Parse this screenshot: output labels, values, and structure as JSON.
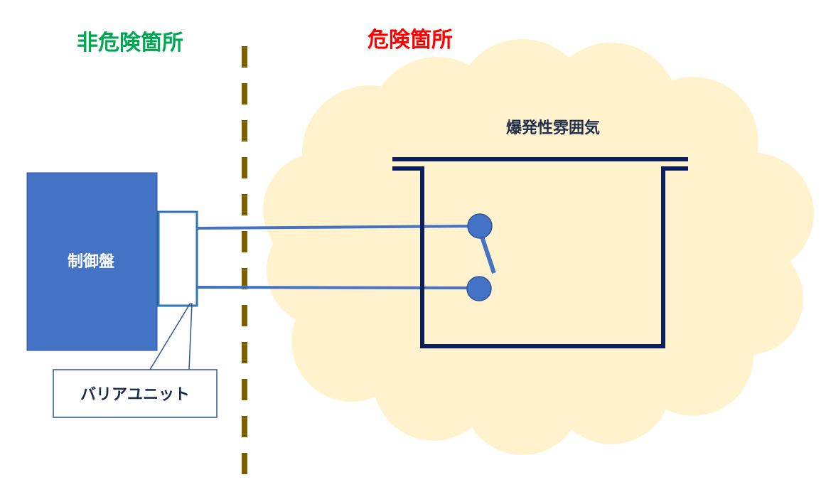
{
  "labels": {
    "non_hazardous": "非危険箇所",
    "hazardous": "危険箇所",
    "explosive_atmosphere": "爆発性雰囲気",
    "control_panel": "制御盤",
    "barrier_unit": "バリアユニット"
  },
  "colors": {
    "non_hazardous_text": "#00a651",
    "hazardous_text": "#ff0000",
    "cloud_fill": "#fff2cc",
    "boundary_line": "#7f6000",
    "control_panel_fill": "#4472c4",
    "wire": "#4472c4",
    "container_stroke": "#0b1f5c",
    "callout_stroke": "#2f5597",
    "dark_text": "#1f2d4d"
  },
  "icons": {
    "switch": "switch-contact-icon"
  }
}
